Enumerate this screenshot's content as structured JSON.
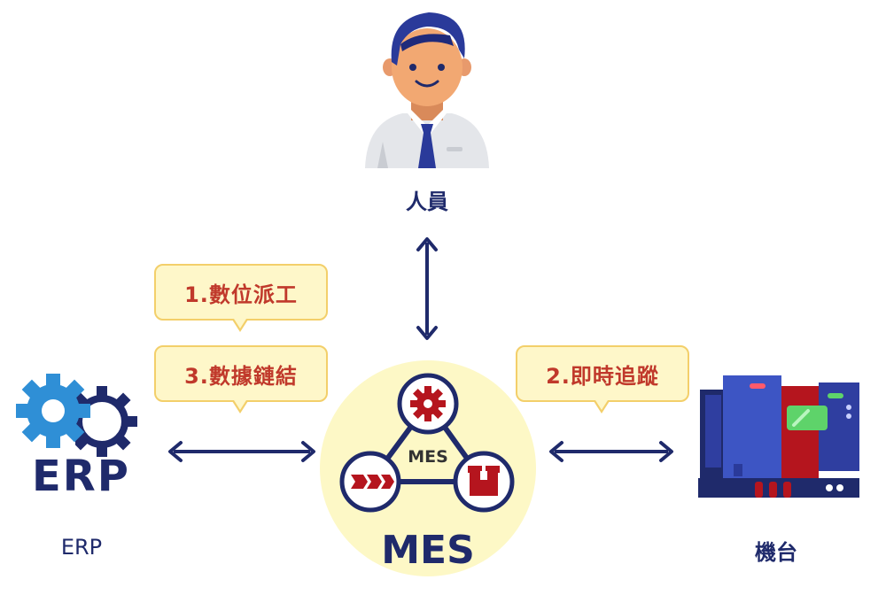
{
  "nodes": {
    "person_label": "人員",
    "erp_label": "ERP",
    "erp_logo_text": "ERP",
    "mes_label": "MES",
    "mes_inner_text": "MES",
    "machine_label": "機台"
  },
  "bubbles": {
    "dispatch": "1.數位派工",
    "data_link": "3.數據鏈結",
    "tracking": "2.即時追蹤"
  },
  "colors": {
    "navy": "#1f2a6b",
    "erp_blue": "#2f8fd6",
    "mes_red": "#b5151e",
    "mes_circle": "#fdf8c6",
    "bubble_fill": "#fef7c9",
    "bubble_border": "#f3cf6a",
    "bubble_text": "#c0392b"
  },
  "icons": {
    "person": "person-icon",
    "erp": "erp-gear-icon",
    "mes": "mes-cycle-icon",
    "machine": "machine-icon"
  }
}
